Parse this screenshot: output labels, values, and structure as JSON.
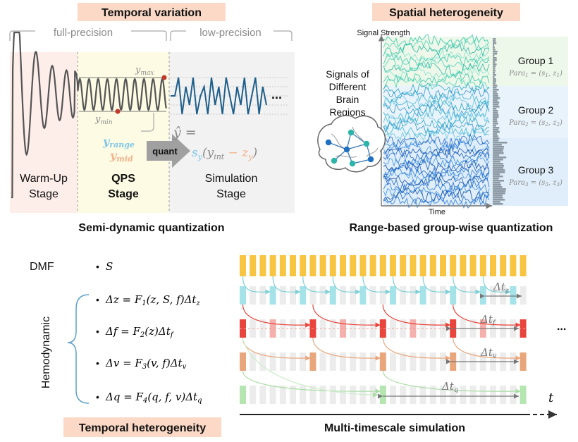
{
  "panel_a": {
    "banner": "Temporal variation",
    "full_precision": "full-precision",
    "low_precision": "low-precision",
    "ymax": "y",
    "ymax_sub": "max",
    "ymin": "y",
    "ymin_sub": "min",
    "yrange": "y",
    "yrange_sub": "range",
    "ymid": "y",
    "ymid_sub": "mid",
    "quant": "quant",
    "ellipsis": "...",
    "yhat_eq": "ŷ =",
    "sim_formula_s": "s",
    "sim_formula_s_sub": "y",
    "sim_formula_open": "(y",
    "sim_formula_int_sub": "int",
    "sim_formula_minus": " − z",
    "sim_formula_zy_sub": "y",
    "sim_formula_close": ")",
    "warmup_line1": "Warm-Up",
    "warmup_line2": "Stage",
    "qps_line1": "QPS",
    "qps_line2": "Stage",
    "sim_line1": "Simulation",
    "sim_line2": "Stage",
    "caption": "Semi-dynamic quantization"
  },
  "panel_b": {
    "banner": "Spatial heterogeneity",
    "y_axis": "Signal Strength",
    "x_axis": "Time",
    "signals_l1": "Signals of",
    "signals_l2": "Different",
    "signals_l3": "Brain",
    "signals_l4": "Regions",
    "groups": [
      {
        "name": "Group 1",
        "para": "Para",
        "sub": "1",
        "eq": " = (s",
        "s_sub": "1",
        "mid": ", z",
        "z_sub": "1",
        "end": ")"
      },
      {
        "name": "Group 2",
        "para": "Para",
        "sub": "2",
        "eq": " = (s",
        "s_sub": "2",
        "mid": ", z",
        "z_sub": "2",
        "end": ")"
      },
      {
        "name": "Group 3",
        "para": "Para",
        "sub": "3",
        "eq": " = (s",
        "s_sub": "3",
        "mid": ", z",
        "z_sub": "3",
        "end": ")"
      }
    ],
    "caption": "Range-based group-wise quantization"
  },
  "panel_c": {
    "dmf": "DMF",
    "hemodynamic": "Hemodynamic",
    "bullet": "•",
    "eq_s": "S",
    "equations": [
      {
        "lhs": "Δz = F",
        "fsub": "1",
        "args": "(z, S, f)Δt",
        "tsub": "z"
      },
      {
        "lhs": "Δf = F",
        "fsub": "2",
        "args": "(z)Δt",
        "tsub": "f"
      },
      {
        "lhs": "Δv = F",
        "fsub": "3",
        "args": "(v, f)Δt",
        "tsub": "v"
      },
      {
        "lhs": "Δq = F",
        "fsub": "4",
        "args": "(q, f, v)Δt",
        "tsub": "q"
      }
    ],
    "dt_labels": [
      {
        "main": "Δt",
        "sub": "z"
      },
      {
        "main": "Δt",
        "sub": "f"
      },
      {
        "main": "Δt",
        "sub": "v"
      },
      {
        "main": "Δt",
        "sub": "q"
      }
    ],
    "ellipsis": "...",
    "t_label": "t",
    "banner": "Temporal heterogeneity",
    "caption": "Multi-timescale simulation"
  },
  "colors": {
    "banner_bg": "#fbd9c6",
    "banner_fg": "#e8743b",
    "yellow": "#f7c542",
    "cyan": "#a6e3e9",
    "red": "#e8453c",
    "orange": "#e8a67c",
    "green": "#b5e5b0",
    "track": "#ececec",
    "wave": "#555555",
    "lowprec": "#1f5f8b"
  }
}
